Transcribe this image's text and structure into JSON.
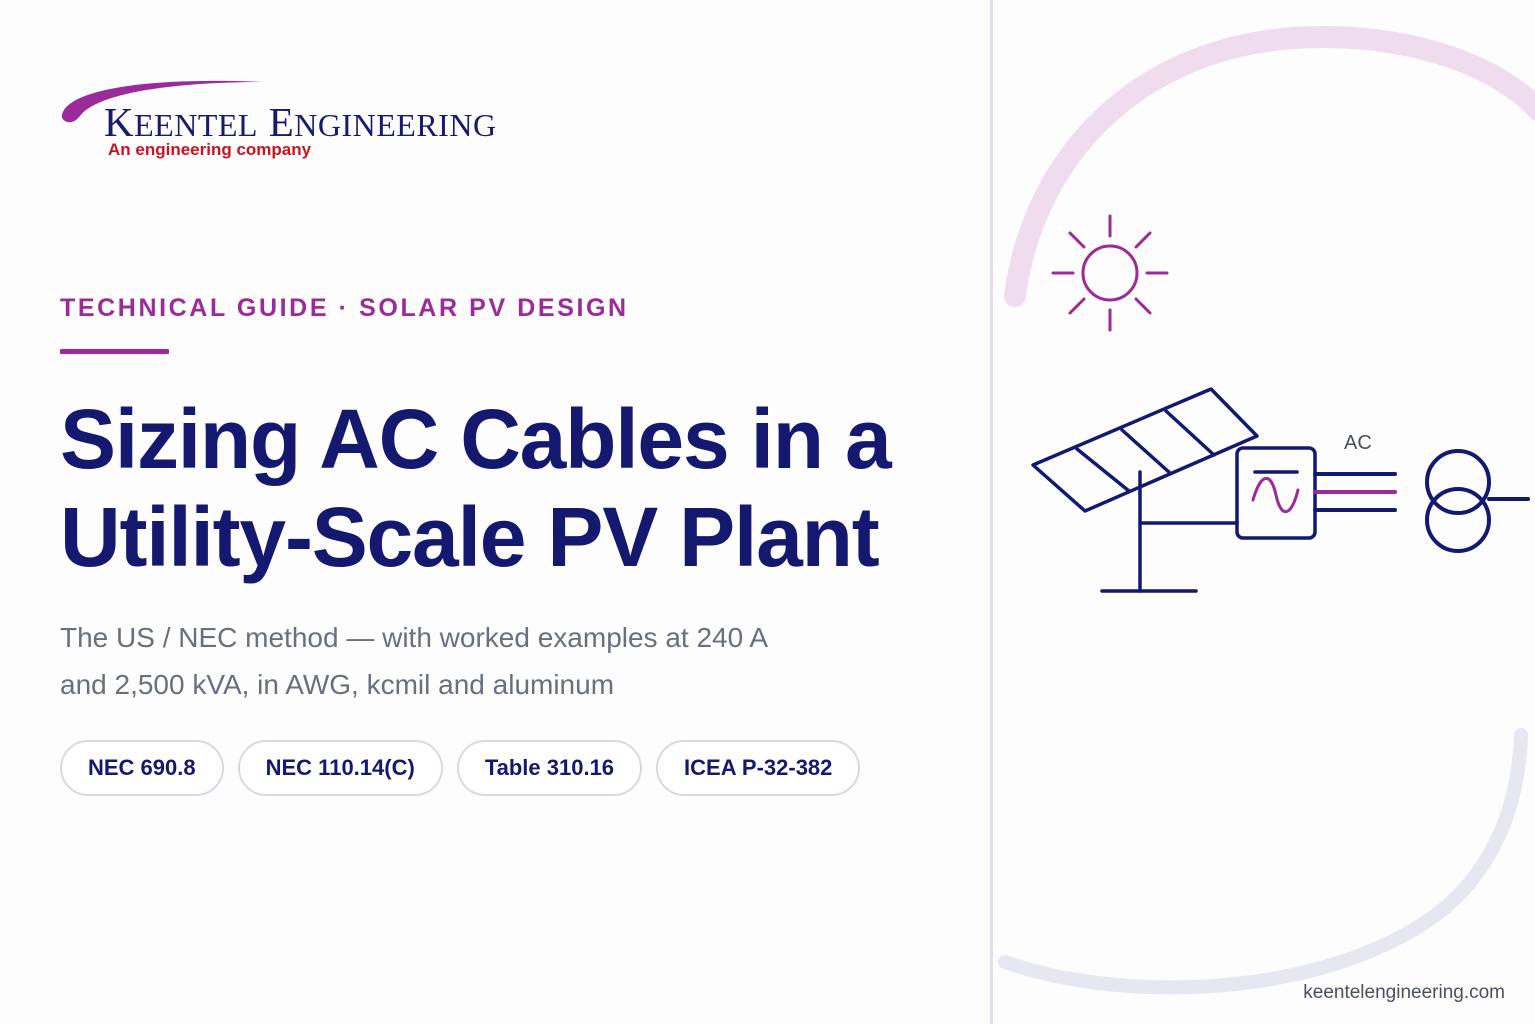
{
  "brand": {
    "name_first_cap": "K",
    "name_first_rest": "EENTEL",
    "name_second_cap": "E",
    "name_second_rest": "NGINEERING",
    "tagline": "An engineering company",
    "swoosh_color": "#9b2b98",
    "name_color": "#171a6e",
    "tagline_color": "#c8141f"
  },
  "eyebrow": "TECHNICAL GUIDE · SOLAR PV DESIGN",
  "title_lines": [
    "Sizing AC Cables in a",
    "Utility-Scale PV Plant"
  ],
  "subtitle_lines": [
    "The US / NEC method — with worked examples at 240 A",
    "and 2,500 kVA, in AWG, kcmil and aluminum"
  ],
  "chips": [
    "NEC 690.8",
    "NEC 110.14(C)",
    "Table 310.16",
    "ICEA P-32-382"
  ],
  "illustration": {
    "ac_label": "AC",
    "icons": [
      "sun-icon",
      "solar-tracker-icon",
      "inverter-icon",
      "transformer-icon"
    ]
  },
  "footer": {
    "url": "keentelengineering.com"
  },
  "colors": {
    "navy": "#14196f",
    "magenta": "#9b2b98",
    "text_gray": "#6a6f7e",
    "chip_border": "#d6d9e8"
  }
}
